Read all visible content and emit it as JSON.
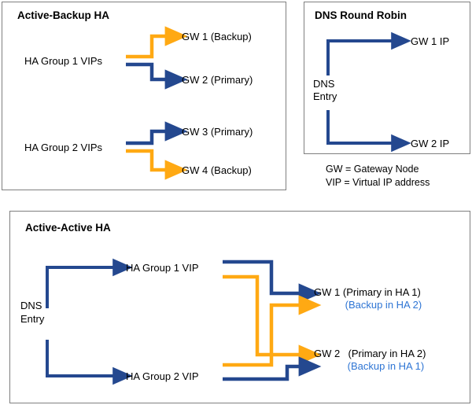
{
  "colors": {
    "blue": "#24488F",
    "orange": "#FFA913",
    "light_blue_text": "#2E75D4",
    "panel_border": "#7f7f7f",
    "text": "#000000",
    "background": "#ffffff"
  },
  "panels": {
    "active_backup": {
      "title": "Active-Backup HA",
      "groups": [
        {
          "source_label": "HA Group 1 VIPs",
          "targets": [
            {
              "label": "GW 1 (Backup)",
              "role": "Backup",
              "color": "orange"
            },
            {
              "label": "GW 2 (Primary)",
              "role": "Primary",
              "color": "blue"
            }
          ]
        },
        {
          "source_label": "HA Group 2 VIPs",
          "targets": [
            {
              "label": "GW 3 (Primary)",
              "role": "Primary",
              "color": "blue"
            },
            {
              "label": "GW 4 (Backup)",
              "role": "Backup",
              "color": "orange"
            }
          ]
        }
      ]
    },
    "dns_round_robin": {
      "title": "DNS Round Robin",
      "source_label_line1": "DNS",
      "source_label_line2": "Entry",
      "targets": [
        {
          "label": "GW 1 IP",
          "color": "blue"
        },
        {
          "label": "GW 2 IP",
          "color": "blue"
        }
      ]
    },
    "active_active": {
      "title": "Active-Active HA",
      "source_label_line1": "DNS",
      "source_label_line2": "Entry",
      "vips": [
        {
          "label": "HA Group 1 VIP"
        },
        {
          "label": "HA Group 2 VIP"
        }
      ],
      "gateways": [
        {
          "name": "GW 1",
          "primary_text": "(Primary in HA 1)",
          "backup_text": "(Backup in HA 2)"
        },
        {
          "name": "GW 2",
          "primary_text": "(Primary in HA 2)",
          "backup_text": "(Backup in HA 1)"
        }
      ]
    }
  },
  "legend": {
    "line1": "GW = Gateway Node",
    "line2": "VIP = Virtual IP address"
  }
}
